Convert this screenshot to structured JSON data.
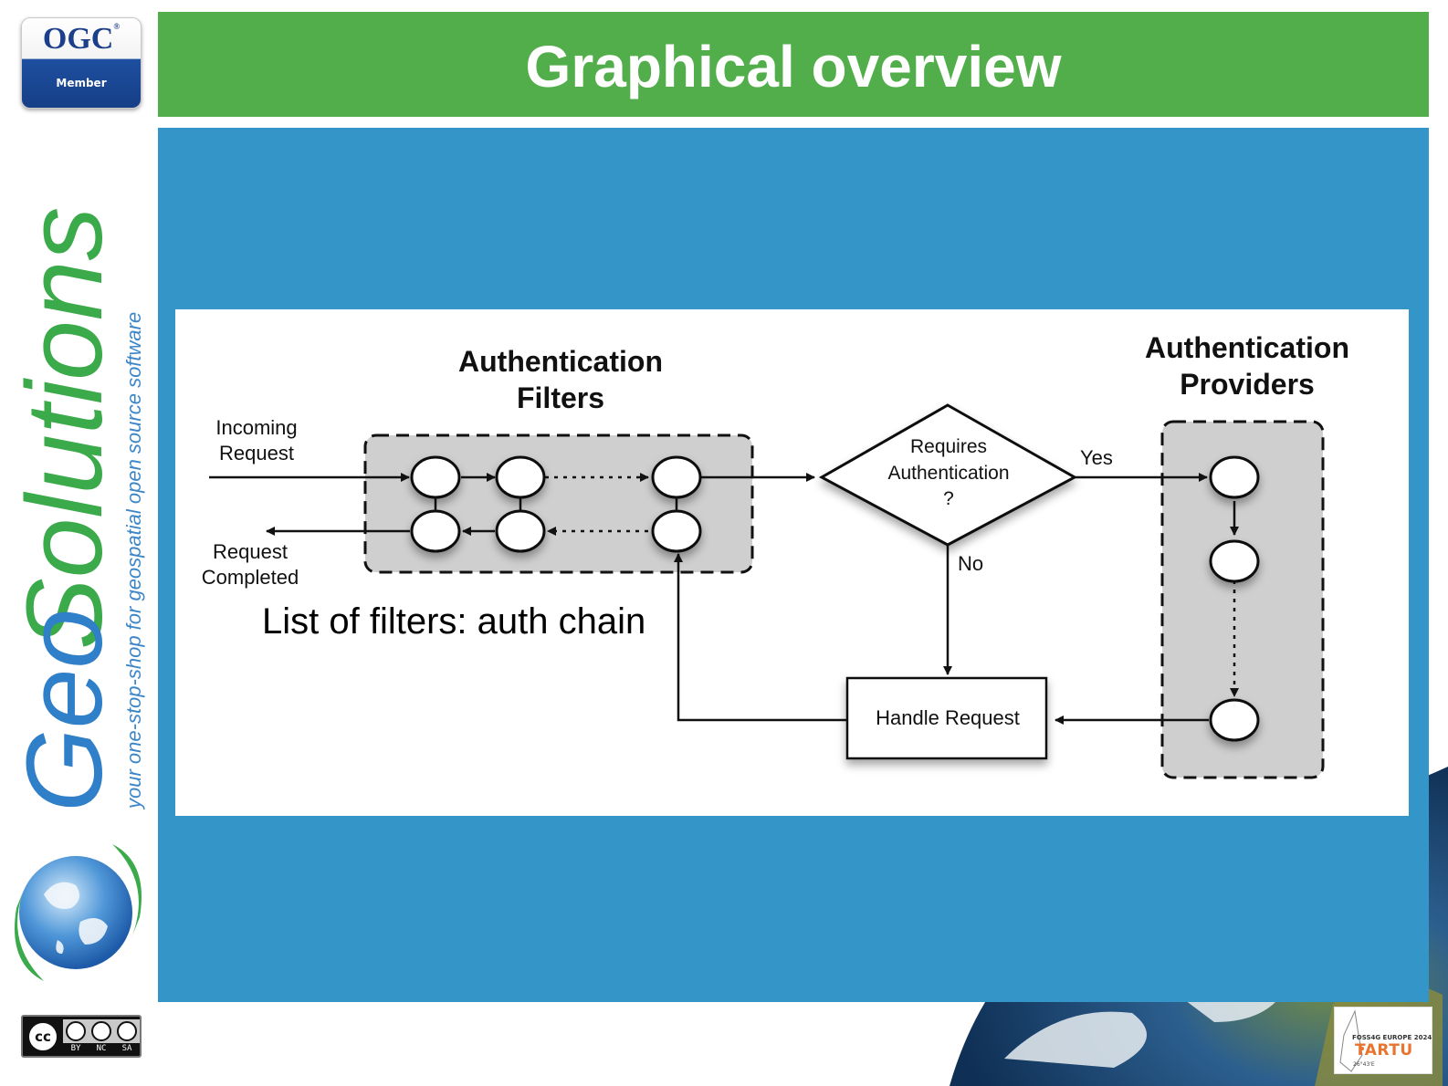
{
  "header": {
    "title": "Graphical overview"
  },
  "brand": {
    "ogc_logo": "OGC",
    "ogc_registered": "®",
    "ogc_member": "Member",
    "logo_geo": "Geo",
    "logo_solutions": "Solutions",
    "tagline": "your one-stop-shop for geospatial open source software",
    "license": {
      "symbol": "cc",
      "labels": [
        "BY",
        "NC",
        "SA"
      ]
    }
  },
  "diagram": {
    "filters_title": [
      "Authentication",
      "Filters"
    ],
    "providers_title": [
      "Authentication",
      "Providers"
    ],
    "incoming_request": [
      "Incoming",
      "Request"
    ],
    "request_completed": [
      "Request",
      "Completed"
    ],
    "decision": [
      "Requires",
      "Authentication",
      "?"
    ],
    "yes_label": "Yes",
    "no_label": "No",
    "handle_request": "Handle Request",
    "caption": "List of filters: auth chain"
  },
  "event_badge": {
    "event": "FOSS4G EUROPE 2024",
    "city": "TARTU",
    "coordinate": "26°43'E"
  },
  "colors": {
    "header_green": "#52ae4b",
    "panel_blue": "#3395c8",
    "logo_green": "#3aaa4a",
    "logo_blue": "#2f7fc9",
    "box_gray": "#cfcfcf"
  }
}
